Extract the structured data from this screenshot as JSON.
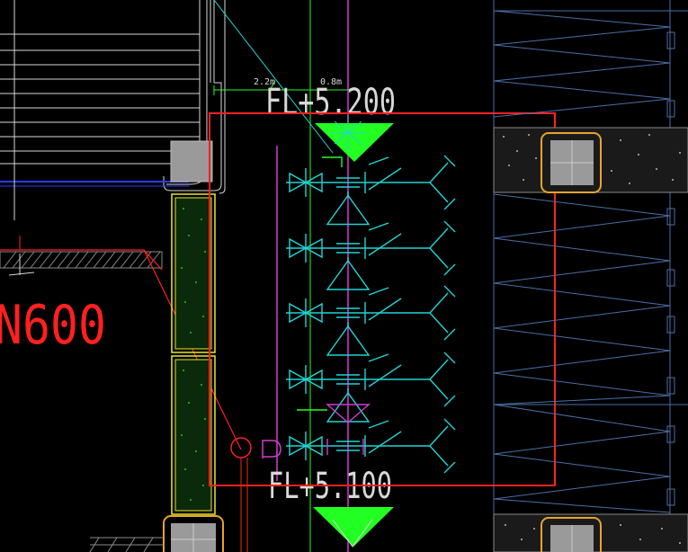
{
  "drawing": {
    "label_n600": "N600",
    "level_top": "FL+5.200",
    "level_bottom": "FL+5.100",
    "dim_left": "2.2m",
    "dim_right": "0.8m"
  },
  "colors": {
    "background": "#000000",
    "cyan": "#21d4d4",
    "red": "#ff2020",
    "green": "#22ff22",
    "magenta": "#d23cd2",
    "white": "#d8d8d8",
    "gray": "#8a8a8a",
    "blue": "#2a3cff",
    "yellow": "#e8e830",
    "orange": "#e6a52a",
    "steel": "#4a6fa8"
  }
}
